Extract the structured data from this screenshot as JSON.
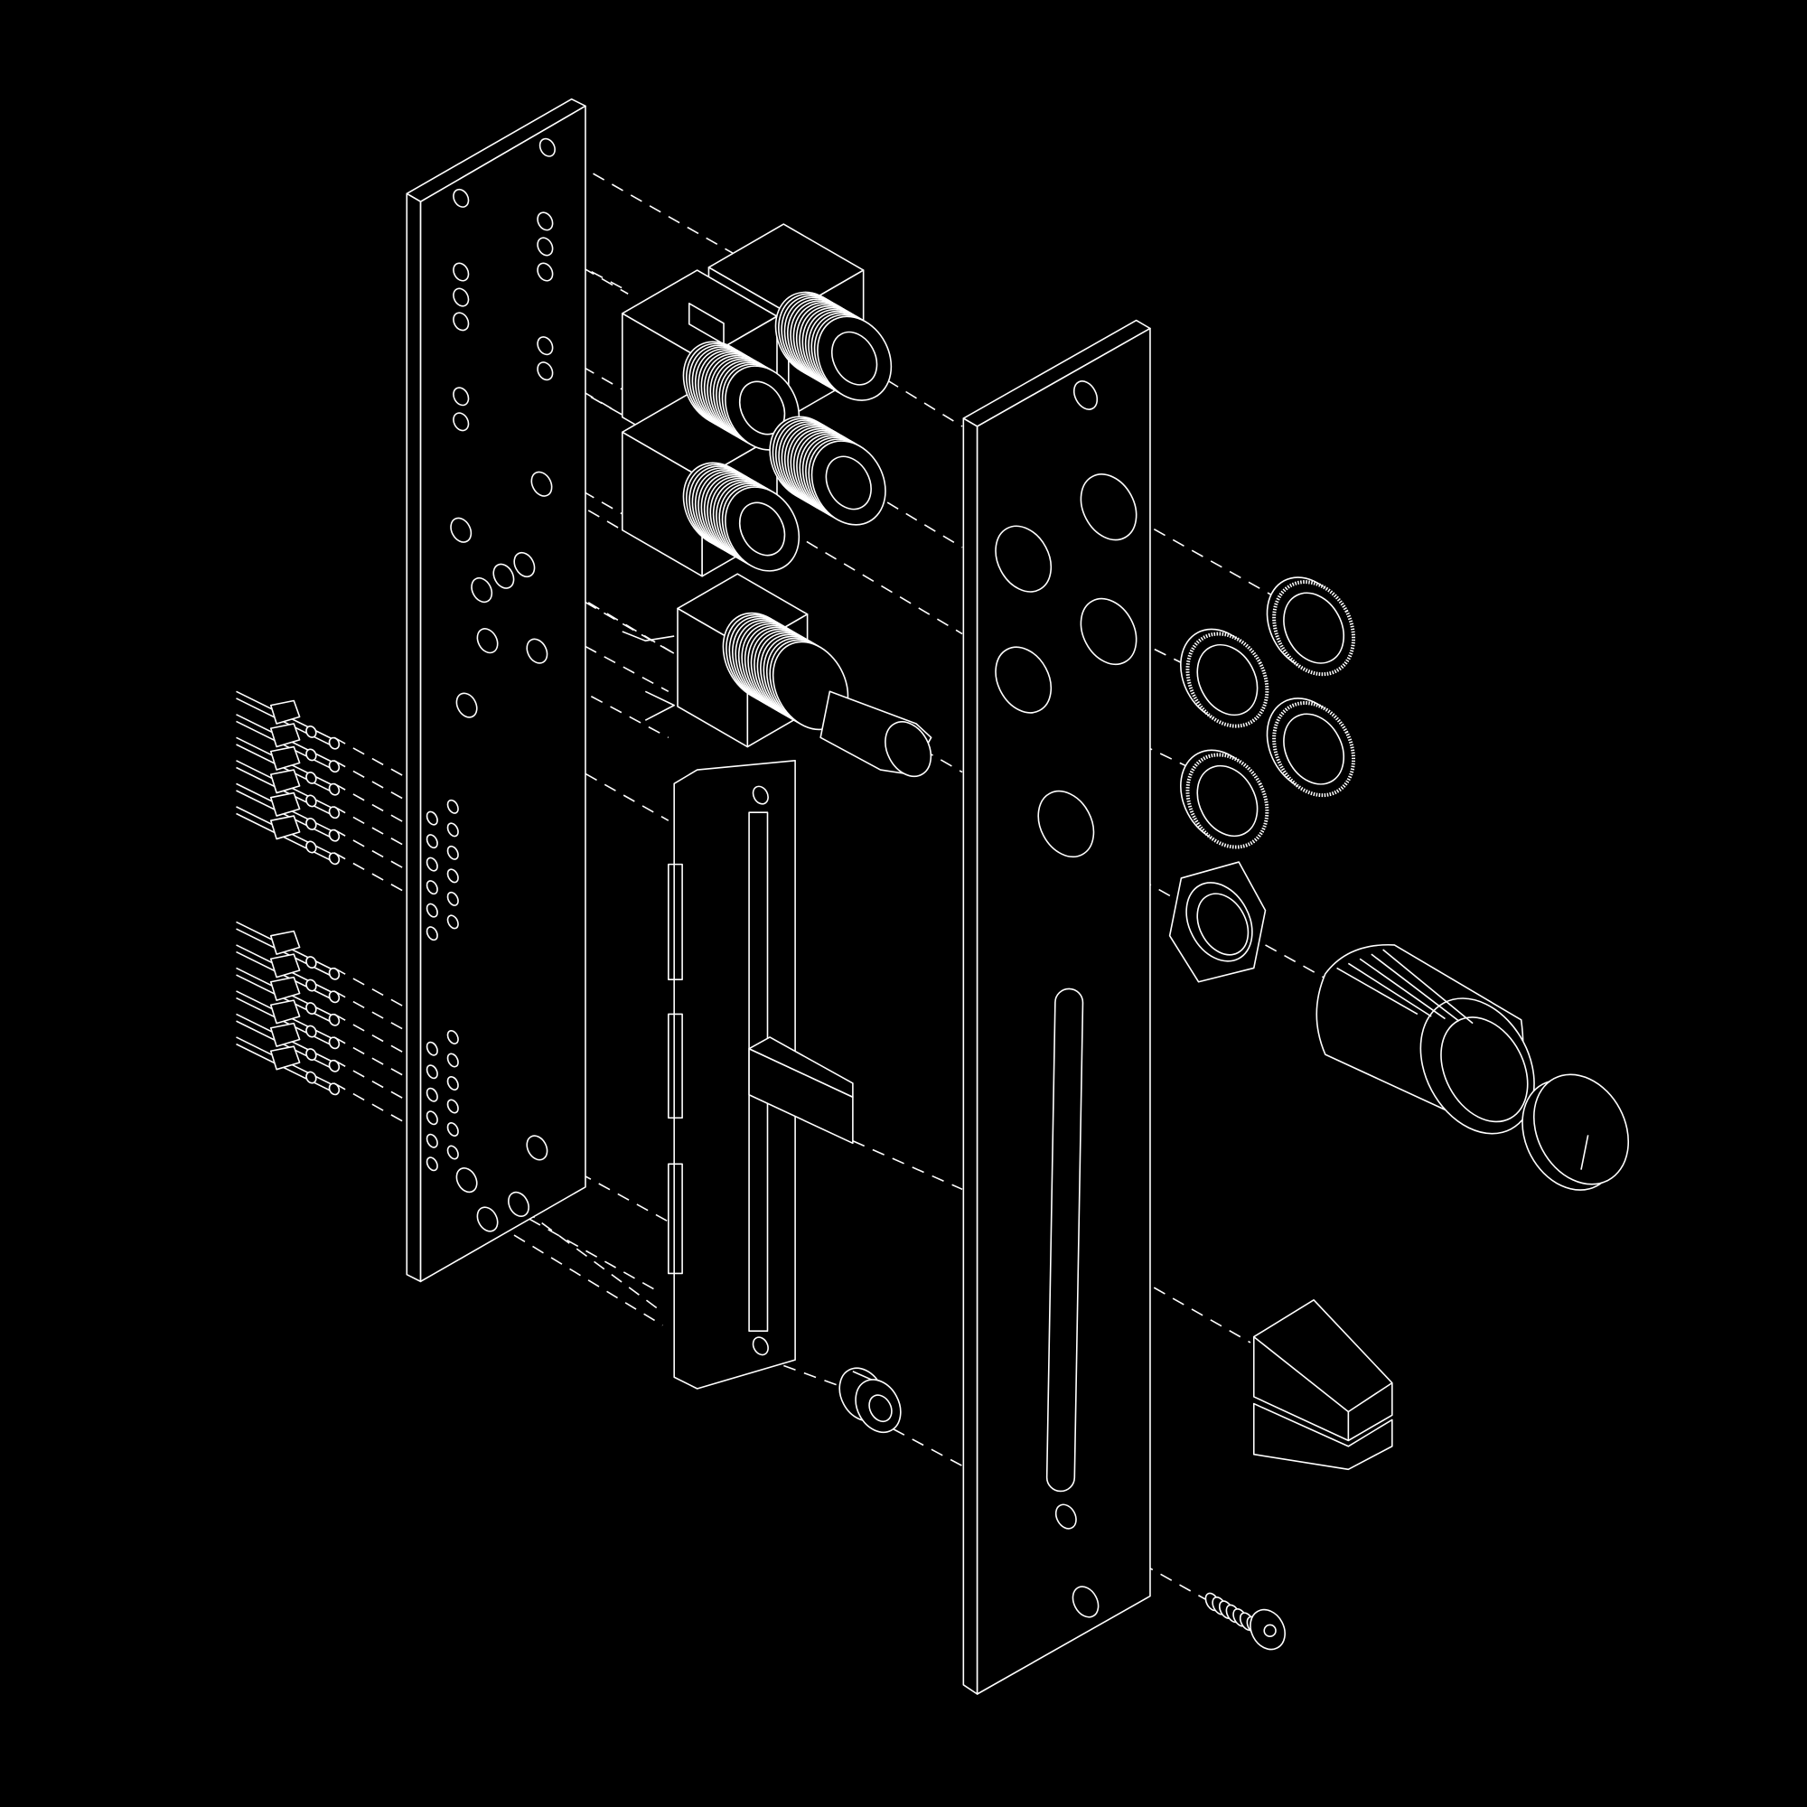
{
  "diagram": {
    "style": {
      "background": "#000000",
      "stroke": "#ffffff"
    },
    "parts": [
      "pcb-panel",
      "front-panel",
      "jack",
      "potentiometer",
      "slider-potentiometer",
      "knurled-nut",
      "hex-nut",
      "knob",
      "knob-cap",
      "slider-cap",
      "spacer",
      "screw",
      "pin-header"
    ]
  }
}
